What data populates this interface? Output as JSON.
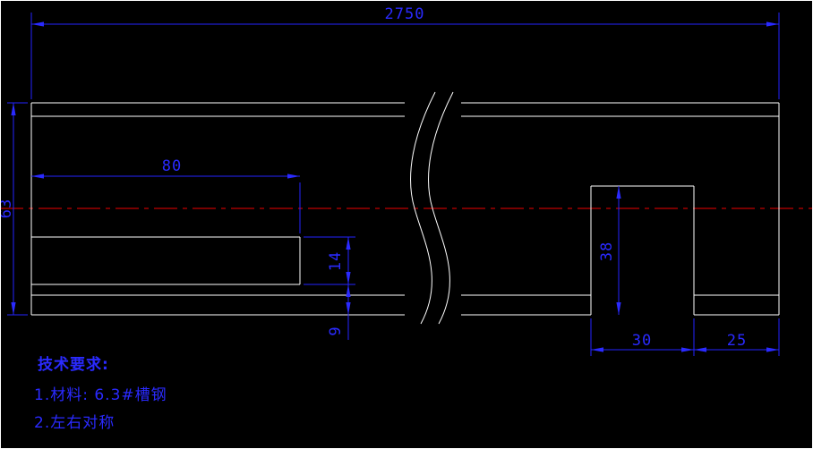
{
  "drawing": {
    "type": "cad-engineering-drawing",
    "view": "broken-section side view of channel steel part"
  },
  "colors": {
    "background": "#000000",
    "geometry": "#ffffff",
    "centerline": "#f00000",
    "dimension": "#2a2aff"
  },
  "dimensions": {
    "overall_length": "2750",
    "overall_height": "63",
    "slot_length": "80",
    "slot_height": "14",
    "bottom_remainder": "9",
    "notch_depth": "38",
    "notch_width": "30",
    "end_offset": "25"
  },
  "notes": {
    "heading": "技术要求:",
    "item1": "1.材料: 6.3#槽钢",
    "item2": "2.左右对称"
  }
}
